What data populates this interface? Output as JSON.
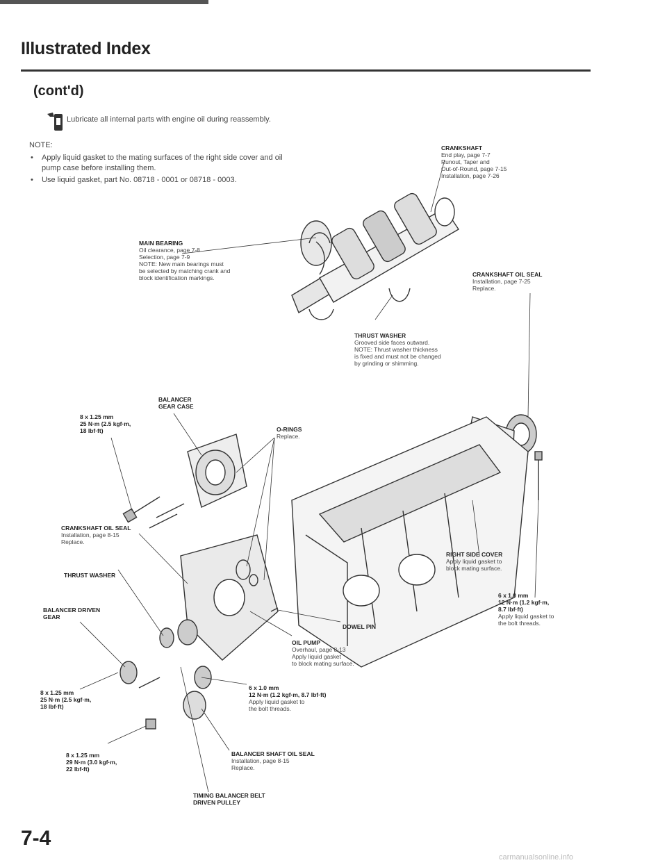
{
  "header": {
    "title": "Illustrated Index",
    "subtitle": "(cont'd)"
  },
  "lubricate_note": "Lubricate all internal parts with engine oil during reassembly.",
  "note_label": "NOTE:",
  "notes": [
    "Apply liquid gasket to the mating surfaces of the right side cover and oil pump case before installing them.",
    "Use liquid gasket, part No. 08718 - 0001 or 08718 - 0003."
  ],
  "callouts": {
    "crankshaft": {
      "title": "CRANKSHAFT",
      "lines": [
        "End play, page 7-7",
        "Runout, Taper and",
        "Out-of-Round, page 7-15",
        "Installation, page 7-26"
      ]
    },
    "main_bearing": {
      "title": "MAIN BEARING",
      "lines": [
        "Oil clearance, page 7-8",
        "Selection, page 7-9",
        "NOTE: New main bearings must",
        "be selected by matching crank and",
        "block identification markings."
      ]
    },
    "crankshaft_oil_seal_right": {
      "title": "CRANKSHAFT OIL SEAL",
      "lines": [
        "Installation, page 7-25",
        "Replace."
      ]
    },
    "thrust_washer_top": {
      "title": "THRUST WASHER",
      "lines": [
        "Grooved side faces outward.",
        "NOTE: Thrust washer thickness",
        "is fixed and must not be changed",
        "by grinding or shimming."
      ]
    },
    "balancer_gear_case": {
      "title": "BALANCER",
      "lines": [
        "GEAR CASE"
      ]
    },
    "bolt_8x125_top": {
      "title": "8 x 1.25 mm",
      "lines": [
        "25 N·m (2.5 kgf·m,",
        "18 lbf·ft)"
      ]
    },
    "o_rings": {
      "title": "O-RINGS",
      "lines": [
        "Replace."
      ]
    },
    "crankshaft_oil_seal_left": {
      "title": "CRANKSHAFT OIL SEAL",
      "lines": [
        "Installation, page 8-15",
        "Replace."
      ]
    },
    "thrust_washer_left": {
      "title": "THRUST WASHER",
      "lines": []
    },
    "balancer_driven_gear": {
      "title": "BALANCER DRIVEN",
      "lines": [
        "GEAR"
      ]
    },
    "right_side_cover": {
      "title": "RIGHT SIDE COVER",
      "lines": [
        "Apply liquid gasket to",
        "block mating surface."
      ]
    },
    "bolt_6x10_right": {
      "title": "6 x 1.0 mm",
      "lines": [
        "12 N·m (1.2 kgf·m,",
        "8.7 lbf·ft)",
        "Apply liquid gasket to",
        "the bolt threads."
      ]
    },
    "dowel_pin": {
      "title": "DOWEL PIN",
      "lines": []
    },
    "oil_pump": {
      "title": "OIL PUMP",
      "lines": [
        "Overhaul, page 8-13",
        "Apply liquid gasket",
        "to block mating surface."
      ]
    },
    "bolt_8x125_mid": {
      "title": "8 x 1.25 mm",
      "lines": [
        "25 N·m (2.5 kgf·m,",
        "18 lbf·ft)"
      ]
    },
    "bolt_6x10_mid": {
      "title": "6 x 1.0 mm",
      "lines": [
        "12 N·m (1.2 kgf·m, 8.7 lbf·ft)",
        "Apply liquid gasket to",
        "the bolt threads."
      ]
    },
    "bolt_8x125_bottom": {
      "title": "8 x 1.25 mm",
      "lines": [
        "29 N·m (3.0 kgf·m,",
        "22 lbf·ft)"
      ]
    },
    "balancer_shaft_oil_seal": {
      "title": "BALANCER SHAFT OIL SEAL",
      "lines": [
        "Installation, page 8-15",
        "Replace."
      ]
    },
    "timing_balancer_pulley": {
      "title": "TIMING BALANCER BELT",
      "lines": [
        "DRIVEN PULLEY"
      ]
    }
  },
  "footer": {
    "page_number": "7-4",
    "watermark": "carmanualsonline.info"
  }
}
